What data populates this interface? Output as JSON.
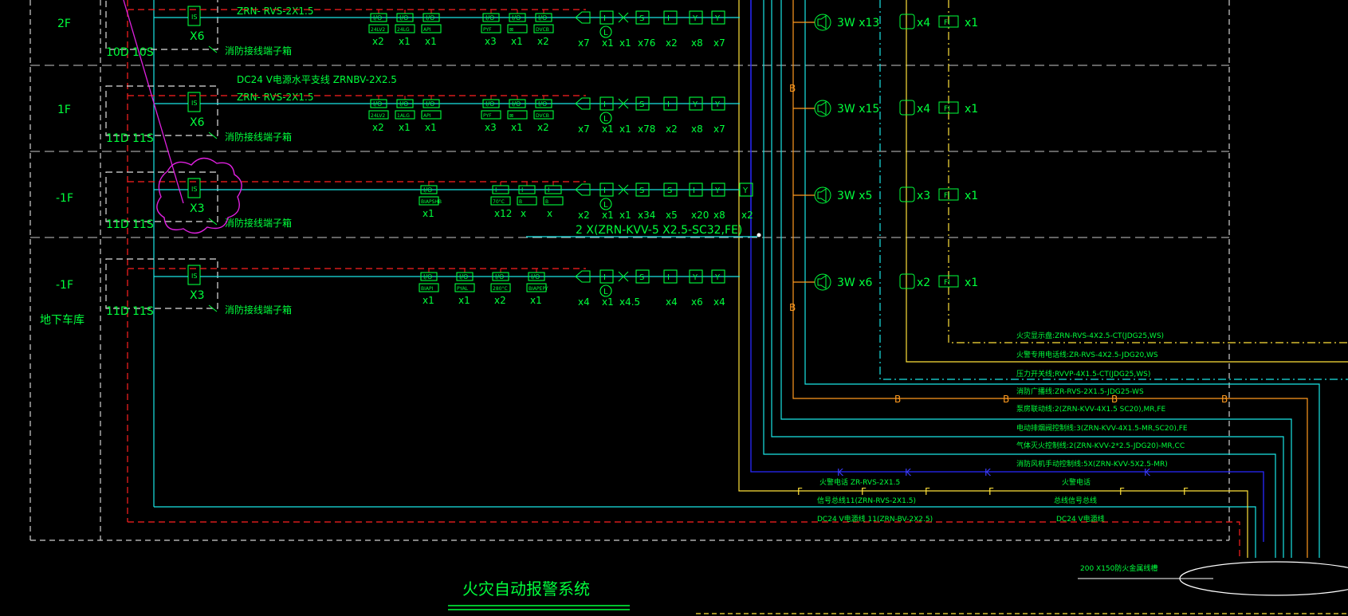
{
  "floors": [
    {
      "id": "2F",
      "label": "2F",
      "module": "X6",
      "d": "10D",
      "s": "10S",
      "terminal": "消防接线端子箱",
      "cable_top": "",
      "cable": "ZRN- RVS-2X1.5",
      "modules": [
        {
          "name": "I/O",
          "sub": "24LV2",
          "count": "x2"
        },
        {
          "name": "I/O",
          "sub": "24LG",
          "count": "x1"
        },
        {
          "name": "I/O",
          "sub": "API",
          "count": "x1"
        },
        {
          "name": "I/O",
          "sub": "PYF",
          "count": "x3"
        },
        {
          "name": "I/O",
          "sub": "⊠",
          "count": "x1"
        },
        {
          "name": "I/O",
          "sub": "DVCB",
          "count": "x2"
        }
      ],
      "devices": [
        {
          "sym": "MS",
          "count": "x7"
        },
        {
          "sym": "I",
          "count": "x1"
        },
        {
          "sym": "V",
          "count": "x1"
        },
        {
          "sym": "S",
          "count": "x76"
        },
        {
          "sym": "I",
          "count": "x2"
        },
        {
          "sym": "Y",
          "count": "x8"
        },
        {
          "sym": "Y",
          "count": "x7"
        }
      ],
      "spk": "3W x13",
      "tel": "x4",
      "fi": "x1"
    },
    {
      "id": "1F",
      "label": "1F",
      "module": "X6",
      "d": "11D",
      "s": "11S",
      "terminal": "消防接线端子箱",
      "cable_top": "DC24 V电源水平支线   ZRNBV-2X2.5",
      "cable": "ZRN- RVS-2X1.5",
      "modules": [
        {
          "name": "I/O",
          "sub": "24LV2",
          "count": "x2"
        },
        {
          "name": "I/O",
          "sub": "1ALG",
          "count": "x1"
        },
        {
          "name": "I/O",
          "sub": "API",
          "count": "x1"
        },
        {
          "name": "I/O",
          "sub": "PYF",
          "count": "x3"
        },
        {
          "name": "I/O",
          "sub": "⊠",
          "count": "x1"
        },
        {
          "name": "I/O",
          "sub": "DVCB",
          "count": "x2"
        }
      ],
      "devices": [
        {
          "sym": "MS",
          "count": "x7"
        },
        {
          "sym": "I",
          "count": "x1"
        },
        {
          "sym": "V",
          "count": "x1"
        },
        {
          "sym": "S",
          "count": "x78"
        },
        {
          "sym": "I",
          "count": "x2"
        },
        {
          "sym": "Y",
          "count": "x8"
        },
        {
          "sym": "Y",
          "count": "x7"
        }
      ],
      "spk": "3W x15",
      "tel": "x4",
      "fi": "x1"
    },
    {
      "id": "B1a",
      "label": "-1F",
      "module": "X3",
      "d": "11D",
      "s": "11S",
      "terminal": "消防接线端子箱",
      "cable_top": "",
      "cable": "",
      "modules": [
        {
          "name": "I/O",
          "sub": "BIAPSHB",
          "count": "x1"
        },
        {
          "name": "I",
          "sub": "70°C",
          "count": "x12"
        },
        {
          "name": "I",
          "sub": "B",
          "count": "x"
        },
        {
          "name": "I",
          "sub": "B",
          "count": "x"
        }
      ],
      "devices": [
        {
          "sym": "MS",
          "count": "x2"
        },
        {
          "sym": "I",
          "count": "x1"
        },
        {
          "sym": "V",
          "count": "x1"
        },
        {
          "sym": "S",
          "count": "x34"
        },
        {
          "sym": "S",
          "count": "x5"
        },
        {
          "sym": "I",
          "count": "x20"
        },
        {
          "sym": "Y",
          "count": "x8"
        },
        {
          "sym": "Y",
          "count": "x2"
        }
      ],
      "spk": "3W x5",
      "tel": "x3",
      "fi": "x1"
    },
    {
      "id": "B1b",
      "label": "-1F",
      "label2": "地下车库",
      "module": "X3",
      "d": "11D",
      "s": "11S",
      "terminal": "消防接线端子箱",
      "cable_top": "",
      "cable": "",
      "modules": [
        {
          "name": "I/O",
          "sub": "BIAPI",
          "count": "x1"
        },
        {
          "name": "I/O",
          "sub": "PYAL",
          "count": "x1"
        },
        {
          "name": "I/O",
          "sub": "280°C",
          "count": "x2"
        },
        {
          "name": "I/O",
          "sub": "BIAPEPY",
          "count": "x1"
        }
      ],
      "devices": [
        {
          "sym": "MS",
          "count": "x4"
        },
        {
          "sym": "I",
          "count": "x1"
        },
        {
          "sym": "V",
          "count": "x4.5"
        },
        {
          "sym": "S",
          "count": ""
        },
        {
          "sym": "I",
          "count": "x4"
        },
        {
          "sym": "Y",
          "count": "x6"
        },
        {
          "sym": "Y",
          "count": "x4"
        }
      ],
      "spk": "3W x6",
      "tel": "x2",
      "fi": "x1"
    }
  ],
  "trunk_label": "2 X(ZRN-KVV-5 X2.5-SC32,FE)",
  "fi_symbol": "FI",
  "bus_letter_b": "B",
  "bus_letter_f": "F",
  "bus_letter_k": "K",
  "legend": [
    "火灾显示盘:ZRN-RVS-4X2.5-CT(JDG25,WS)",
    "火警专用电话线:ZR-RVS-4X2.5-JDG20,WS",
    "压力开关线;RVVP-4X1.5-CT(JDG25,WS)",
    "消防广播线:ZR-RVS-2X1.5-JDG25-WS",
    "泵房联动线:2(ZRN-KVV-4X1.5 SC20),MR,FE",
    "电动排烟阀控制线:3(ZRN-KVV-4X1.5-MR,SC20),FE",
    "气体灭火控制线:2(ZRN-KVV-2*2.5-JDG20)-MR,CC",
    "消防风机手动控制线:5X(ZRN-KVV-5X2.5-MR)"
  ],
  "bottom_left": [
    "火警电话  ZR-RVS-2X1.5",
    "信号总线11(ZRN-RVS-2X1.5)",
    "DC24 V电源线 11(ZRN-BV-2X2.5)"
  ],
  "bottom_right": [
    "火警电话",
    "总线信号总线",
    "DC24 V电源线"
  ],
  "tray_label": "200 X150防火金属线槽",
  "title": "火灾自动报警系统"
}
